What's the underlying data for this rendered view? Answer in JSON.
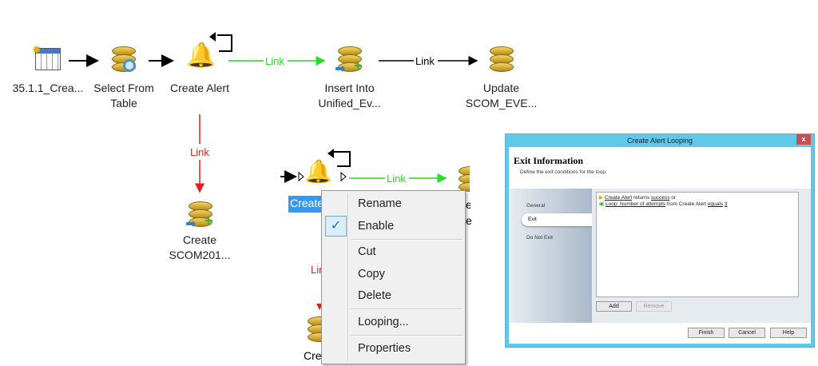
{
  "workflow": {
    "nodes": [
      {
        "label": "35.1.1_Crea...",
        "icon": "calendar-icon"
      },
      {
        "label": "Select From Table",
        "icon": "database-query-icon"
      },
      {
        "label": "Create Alert",
        "icon": "alert-bell-icon"
      },
      {
        "label": "Insert Into Unified_Ev...",
        "icon": "database-insert-icon"
      },
      {
        "label": "Update SCOM_EVE...",
        "icon": "database-icon"
      },
      {
        "label": "Create SCOM201...",
        "icon": "database-insert-icon"
      }
    ],
    "link_label": "Link",
    "second_group": {
      "selected_label": "Create",
      "partial_link": "Lin",
      "partial_bottom": "Cre",
      "partial_right_1": "er",
      "partial_right_2": "e"
    },
    "colors": {
      "success_link": "#22dd22",
      "failure_link": "#e02020",
      "selection": "#3399ff"
    }
  },
  "context_menu": {
    "items": [
      "Rename",
      "Enable",
      "Cut",
      "Copy",
      "Delete",
      "Looping...",
      "Properties"
    ],
    "checked": "Enable"
  },
  "dialog": {
    "title": "Create Alert Looping",
    "close": "x",
    "heading": "Exit Information",
    "subheading": "Define the exit conditions for the loop.",
    "nav": [
      "General",
      "Exit",
      "Do Not Exit"
    ],
    "conditions": [
      {
        "a": "Create Alert",
        "b": " returns ",
        "c": "success",
        "d": " or"
      },
      {
        "a": "Loop: Number of attempts",
        "b": " from Create Alert ",
        "c": "equals",
        "d": " ",
        "e": "3"
      }
    ],
    "add": "Add",
    "remove": "Remove",
    "finish": "Finish",
    "cancel": "Cancel",
    "help": "Help"
  }
}
